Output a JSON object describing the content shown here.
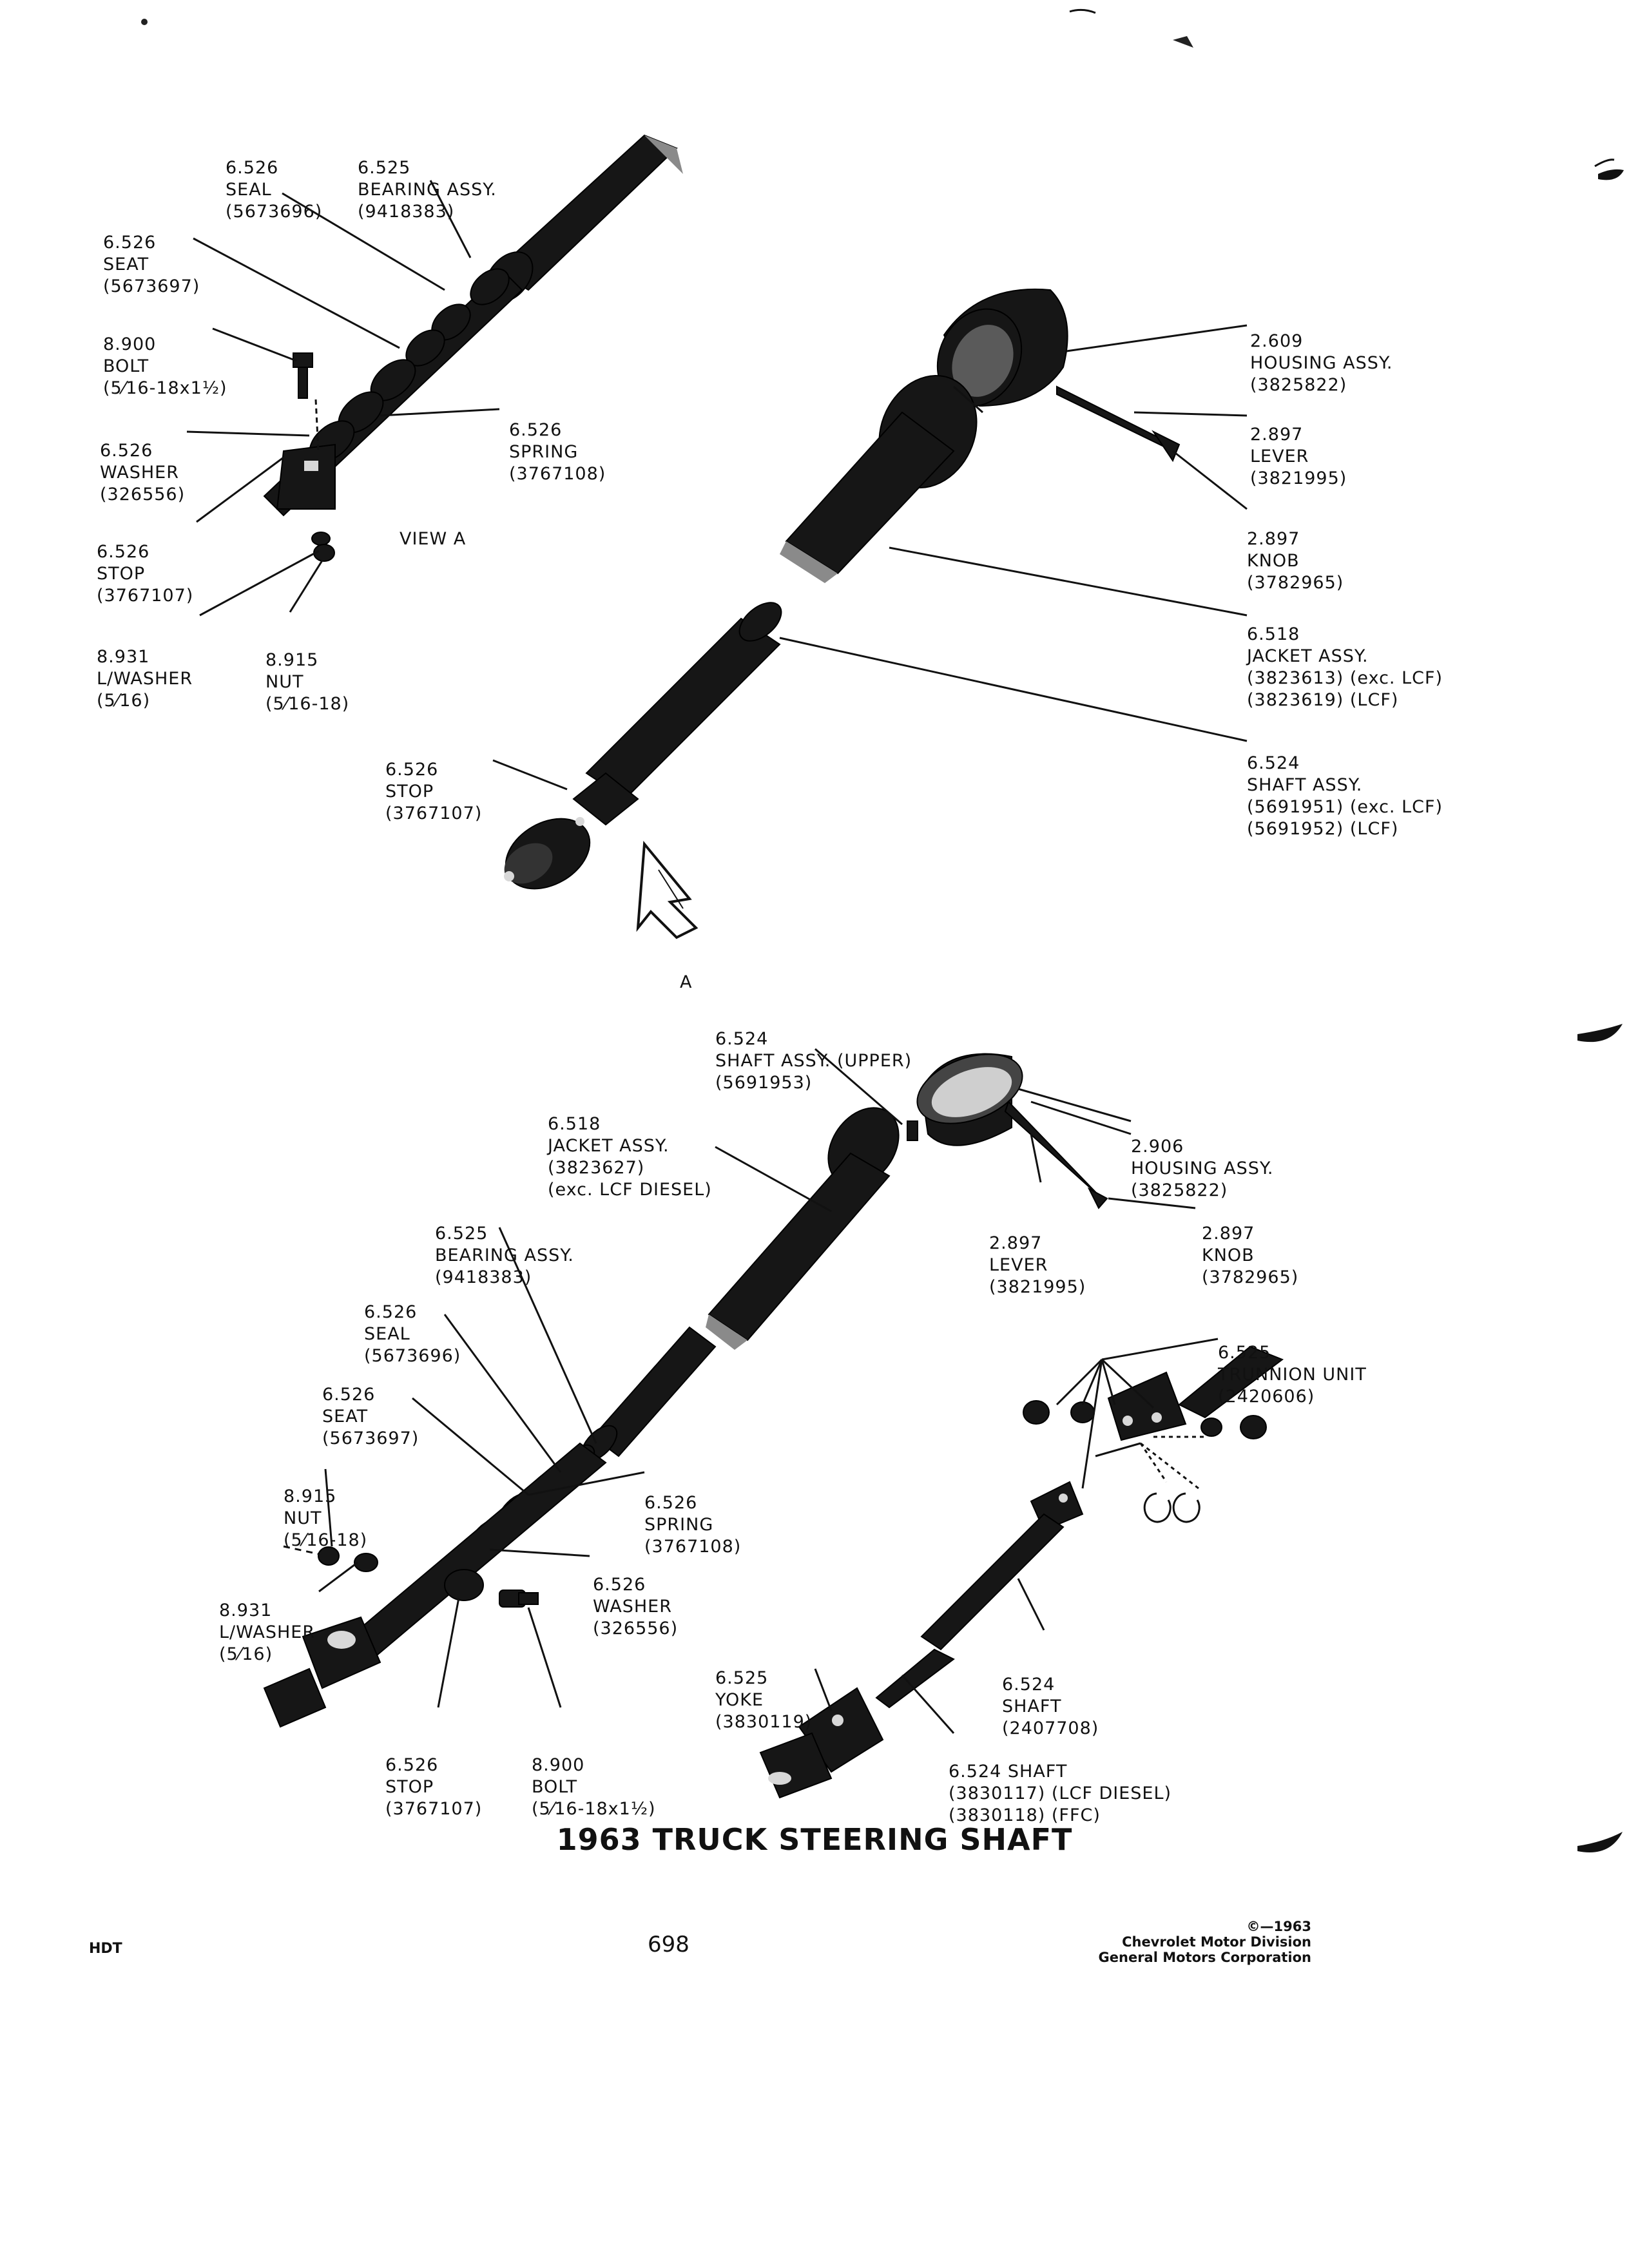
{
  "title": "1963 TRUCK STEERING SHAFT",
  "footer": {
    "left": "HDT",
    "page_number": "698",
    "copyright": "©—1963",
    "company_line1": "Chevrolet Motor Division",
    "company_line2": "General Motors Corporation"
  },
  "view_a": {
    "title": "VIEW A",
    "arrow_label": "A",
    "labels": {
      "seal": [
        "6.526",
        "SEAL",
        "(5673696)"
      ],
      "bearing": [
        "6.525",
        "BEARING ASSY.",
        "(9418383)"
      ],
      "seat": [
        "6.526",
        "SEAT",
        "(5673697)"
      ],
      "bolt": [
        "8.900",
        "BOLT",
        "(5⁄16-18x1½)"
      ],
      "washer": [
        "6.526",
        "WASHER",
        "(326556)"
      ],
      "spring": [
        "6.526",
        "SPRING",
        "(3767108)"
      ],
      "stop": [
        "6.526",
        "STOP",
        "(3767107)"
      ],
      "lwasher": [
        "8.931",
        "L/WASHER",
        "(5⁄16)"
      ],
      "nut": [
        "8.915",
        "NUT",
        "(5⁄16-18)"
      ],
      "stop2": [
        "6.526",
        "STOP",
        "(3767107)"
      ],
      "housing": [
        "2.609",
        "HOUSING ASSY.",
        "(3825822)"
      ],
      "lever": [
        "2.897",
        "LEVER",
        "(3821995)"
      ],
      "knob": [
        "2.897",
        "KNOB",
        "(3782965)"
      ],
      "jacket": [
        "6.518",
        "JACKET ASSY.",
        "(3823613) (exc. LCF)",
        "(3823619) (LCF)"
      ],
      "shaft": [
        "6.524",
        "SHAFT ASSY.",
        "(5691951) (exc. LCF)",
        "(5691952) (LCF)"
      ]
    }
  },
  "lower": {
    "labels": {
      "shaft_upper": [
        "6.524",
        "SHAFT ASSY. (UPPER)",
        "(5691953)"
      ],
      "jacket": [
        "6.518",
        "JACKET ASSY.",
        "(3823627)",
        "(exc. LCF DIESEL)"
      ],
      "housing": [
        "2.906",
        "HOUSING ASSY.",
        "(3825822)"
      ],
      "bearing": [
        "6.525",
        "BEARING ASSY.",
        "(9418383)"
      ],
      "lever": [
        "2.897",
        "LEVER",
        "(3821995)"
      ],
      "knob": [
        "2.897",
        "KNOB",
        "(3782965)"
      ],
      "seal": [
        "6.526",
        "SEAL",
        "(5673696)"
      ],
      "trunnion": [
        "6.525",
        "TRUNNION UNIT",
        "(2420606)"
      ],
      "seat": [
        "6.526",
        "SEAT",
        "(5673697)"
      ],
      "nut": [
        "8.915",
        "NUT",
        "(5⁄16-18)"
      ],
      "spring": [
        "6.526",
        "SPRING",
        "(3767108)"
      ],
      "washer": [
        "6.526",
        "WASHER",
        "(326556)"
      ],
      "lwasher": [
        "8.931",
        "L/WASHER",
        "(5⁄16)"
      ],
      "yoke": [
        "6.525",
        "YOKE",
        "(3830119)"
      ],
      "shaft_lower": [
        "6.524",
        "SHAFT",
        "(2407708)"
      ],
      "stop": [
        "6.526",
        "STOP",
        "(3767107)"
      ],
      "bolt": [
        "8.900",
        "BOLT",
        "(5⁄16-18x1½)"
      ],
      "shaft_lcf": [
        "6.524 SHAFT",
        "(3830117) (LCF DIESEL)",
        "(3830118) (FFC)"
      ]
    }
  }
}
